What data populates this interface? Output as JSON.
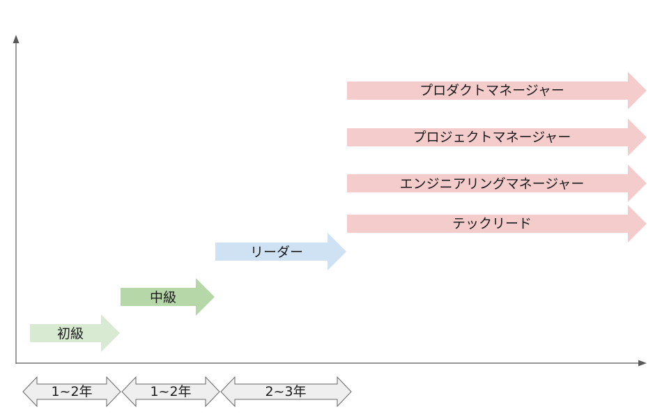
{
  "stages": [
    {
      "id": "beginner",
      "label": "初級",
      "color": "#d9ead3"
    },
    {
      "id": "intermediate",
      "label": "中級",
      "color": "#b6d7a8"
    },
    {
      "id": "leader",
      "label": "リーダー",
      "color": "#cfe2f3"
    },
    {
      "id": "tech-lead",
      "label": "テックリード",
      "color": "#f4cccc"
    },
    {
      "id": "engineering-manager",
      "label": "エンジニアリングマネージャー",
      "color": "#f4cccc"
    },
    {
      "id": "project-manager",
      "label": "プロジェクトマネージャー",
      "color": "#f4cccc"
    },
    {
      "id": "product-manager",
      "label": "プロダクトマネージャー",
      "color": "#f4cccc"
    }
  ],
  "durations": [
    {
      "label": "1~2年"
    },
    {
      "label": "1~2年"
    },
    {
      "label": "2~3年"
    }
  ],
  "colors": {
    "axis": "#595959",
    "duration_fill": "#efefef",
    "duration_stroke": "#666666"
  }
}
